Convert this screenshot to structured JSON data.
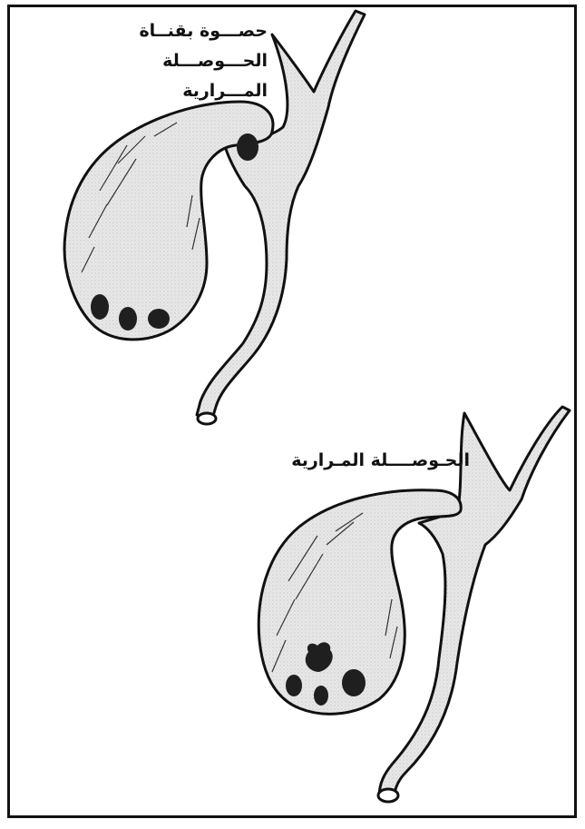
{
  "diagram": {
    "top_label_lines": [
      "حصـــوة بقنــاة",
      "الحـــوصـــلة",
      "المـــرارية"
    ],
    "bottom_label": "الحـوصــــلة المـرارية"
  },
  "colors": {
    "outline": "#111111",
    "fill": "#e6e6e6",
    "stone": "#1f1f1f",
    "background": "#ffffff"
  }
}
